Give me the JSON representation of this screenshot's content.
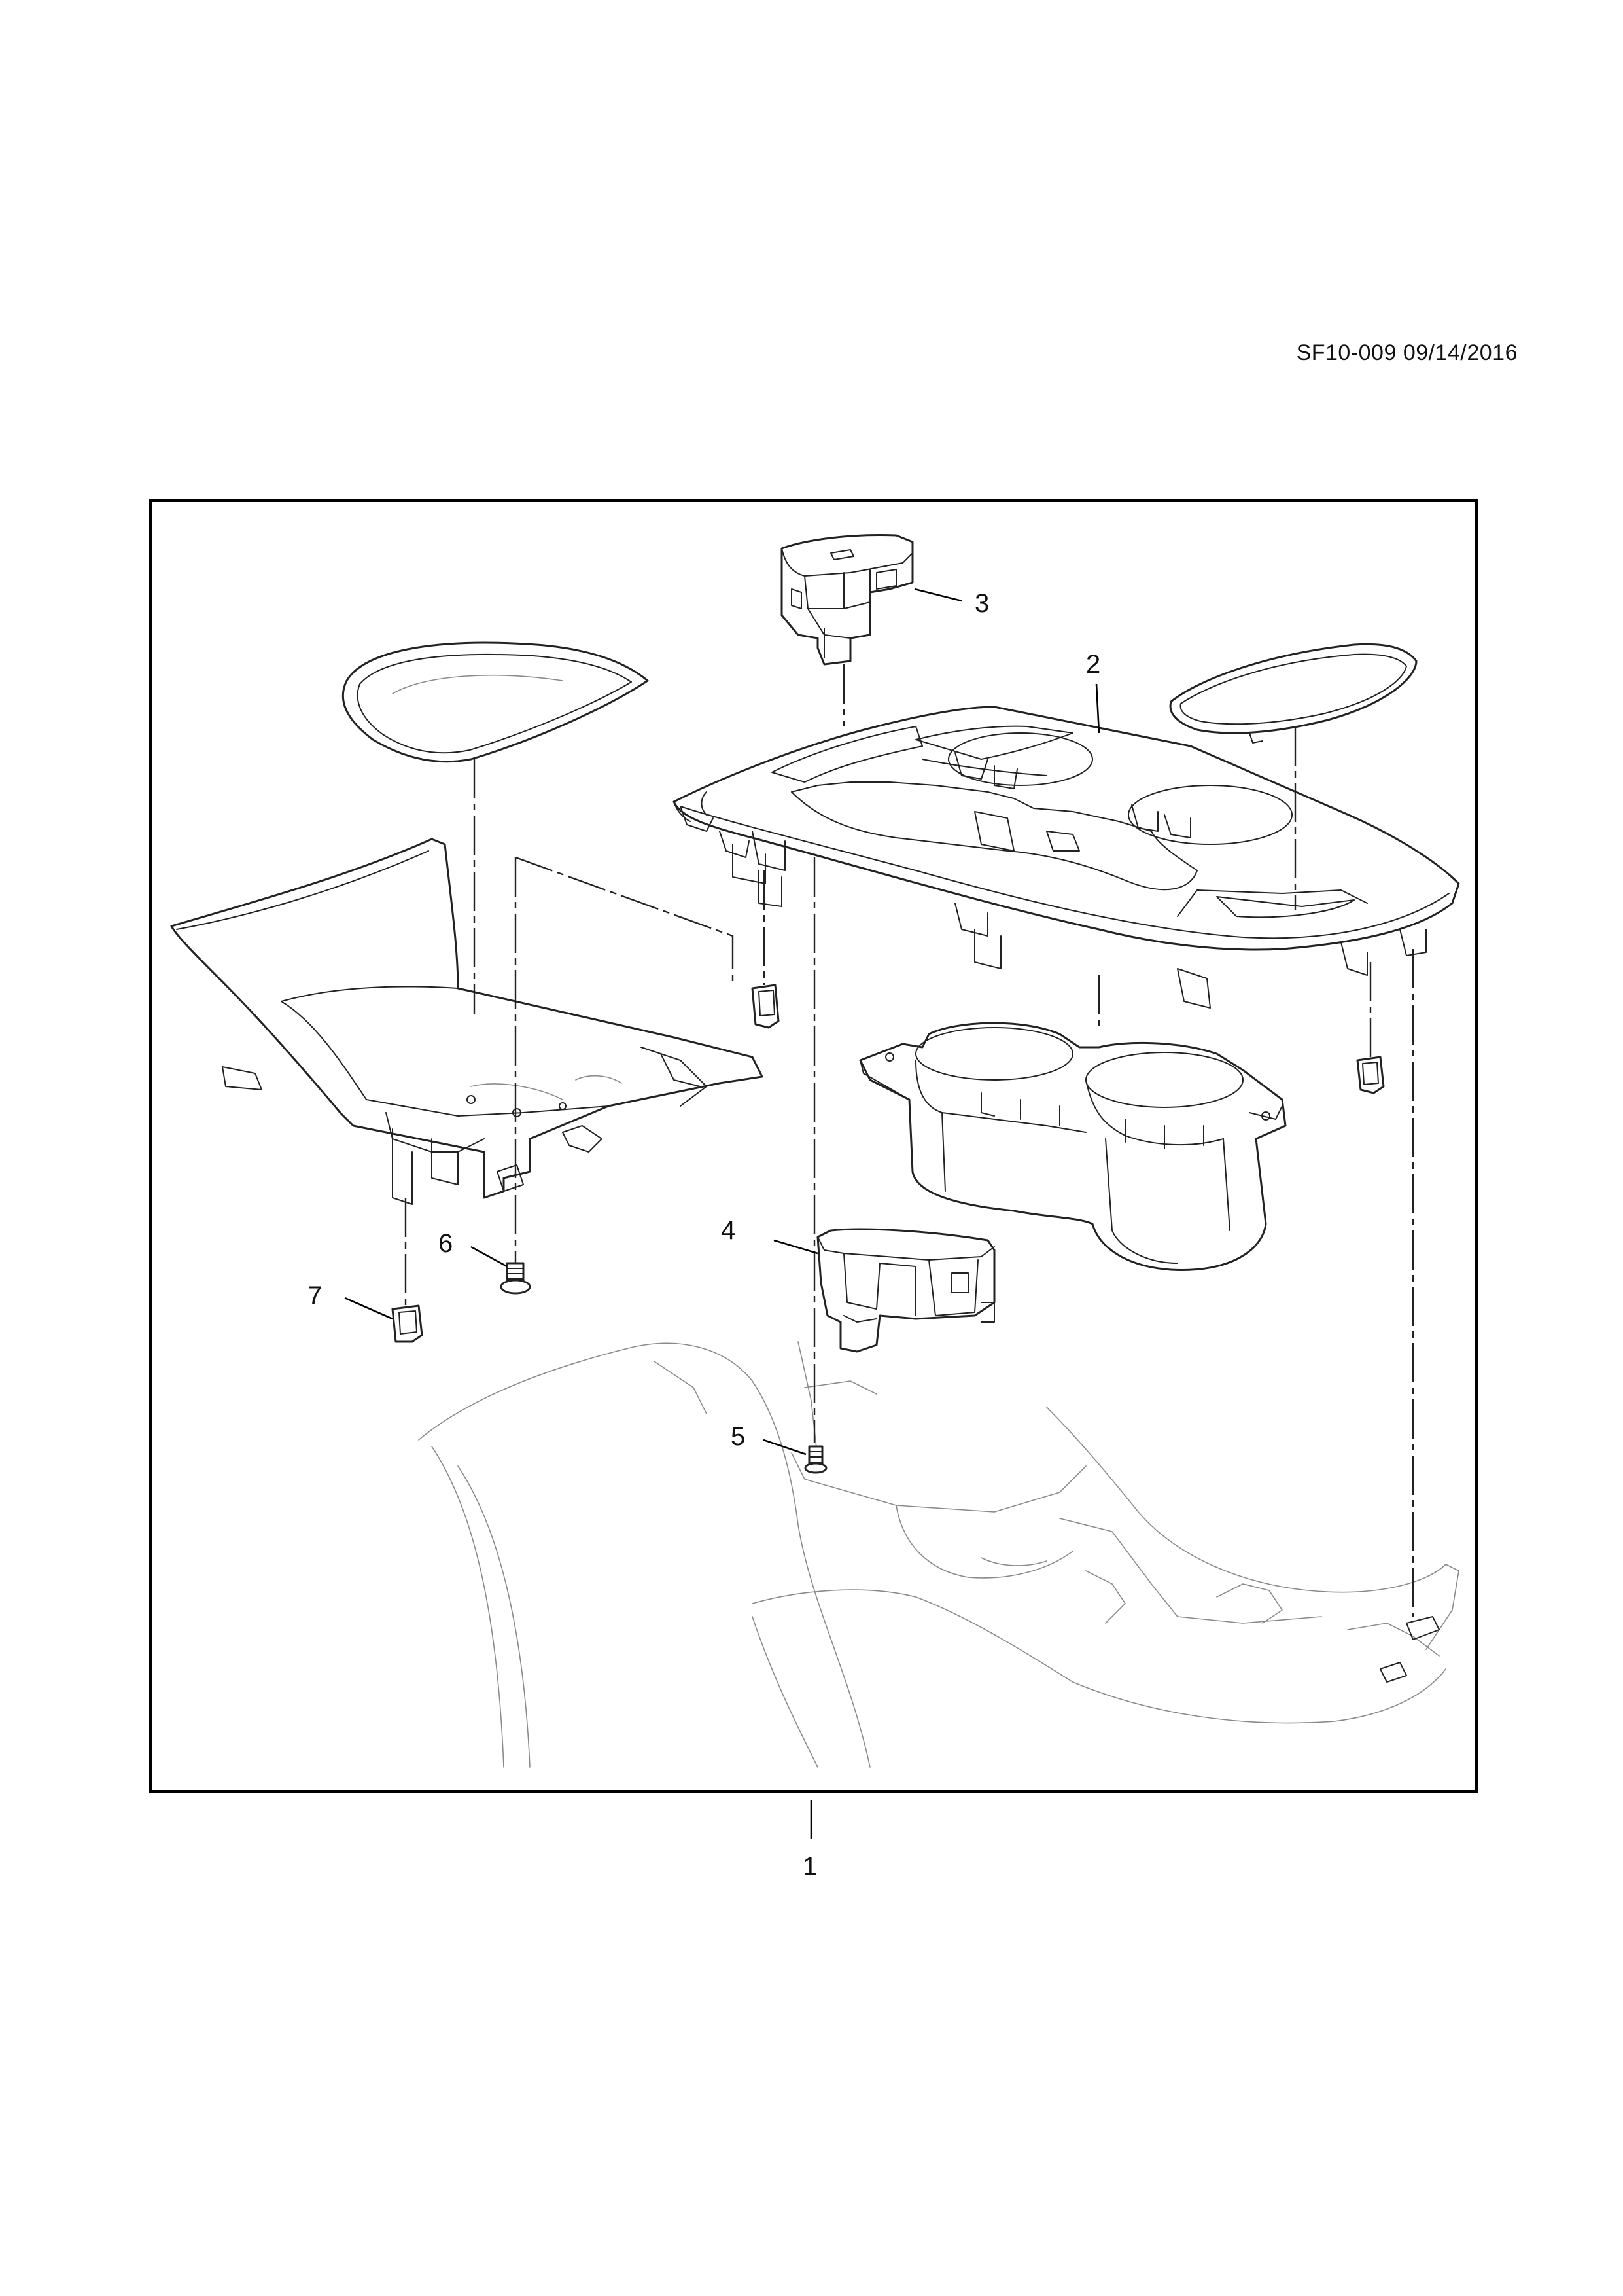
{
  "header": {
    "reference": "SF10-009 09/14/2016"
  },
  "callouts": {
    "c1": "1",
    "c2": "2",
    "c3": "3",
    "c4": "4",
    "c5": "5",
    "c6": "6",
    "c7": "7"
  }
}
